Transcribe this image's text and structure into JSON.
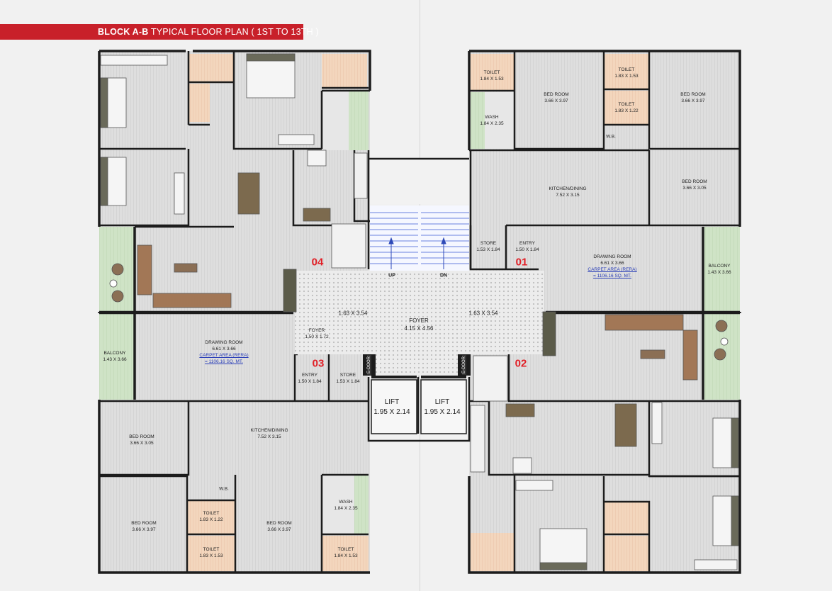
{
  "banner": {
    "bold": "BLOCK A-B",
    "rest": " TYPICAL FLOOR PLAN ( 1ST TO 13TH )"
  },
  "units": {
    "u01": "01",
    "u02": "02",
    "u03": "03",
    "u04": "04"
  },
  "stairs": {
    "up": "UP",
    "dn": "DN"
  },
  "lift_doors": {
    "left": "E-DOOR",
    "right": "E-DOOR"
  },
  "rooms": {
    "r_toilet_tl1": {
      "name": "TOILET",
      "dim": "1.84 X 1.53"
    },
    "r_toilet_tl2": {
      "name": "TOILET",
      "dim": "1.83 X 1.53"
    },
    "r_toilet_tl3": {
      "name": "TOILET",
      "dim": "1.83 X 1.22"
    },
    "r_wash_tl": {
      "name": "WASH",
      "dim": "1.84 X 2.35"
    },
    "r_bed_tl1": {
      "name": "BED ROOM",
      "dim": "3.66 X 3.97"
    },
    "r_bed_tl2": {
      "name": "BED ROOM",
      "dim": "3.66 X 3.97"
    },
    "r_bed_tl3": {
      "name": "BED ROOM",
      "dim": "3.66 X 3.05"
    },
    "r_wb_tl": {
      "name": "W.B.",
      "dim": ""
    },
    "r_kitchen_tl": {
      "name": "KITCHEN/DINING",
      "dim": "7.52 X 3.15"
    },
    "r_store_tl": {
      "name": "STORE",
      "dim": "1.53 X 1.84"
    },
    "r_entry_tl": {
      "name": "ENTRY",
      "dim": "1.50 X 1.84"
    },
    "r_drawing_tl": {
      "name": "DRAWING ROOM",
      "dim": "6.61 X 3.66",
      "carpet1": "CARPET AREA (RERA)",
      "carpet2": "= 1106.16 SQ. MT."
    },
    "r_balcony_tl": {
      "name": "BALCONY",
      "dim": "1.43 X 3.66"
    },
    "r_drawing_bl": {
      "name": "DRAWING ROOM",
      "dim": "6.61 X 3.66",
      "carpet1": "CARPET AREA (RERA)",
      "carpet2": "= 1106.16 SQ. MT."
    },
    "r_balcony_bl": {
      "name": "BALCONY",
      "dim": "1.43 X 3.66"
    },
    "r_foyer_small": {
      "name": "FOYER",
      "dim": "1.50 X 1.72"
    },
    "r_entry_bl": {
      "name": "ENTRY",
      "dim": "1.50 X 1.84"
    },
    "r_store_bl": {
      "name": "STORE",
      "dim": "1.53 X 1.84"
    },
    "r_kitchen_bl": {
      "name": "KITCHEN/DINING",
      "dim": "7.52 X 3.15"
    },
    "r_bed_bl1": {
      "name": "BED ROOM",
      "dim": "3.66 X 3.05"
    },
    "r_bed_bl2": {
      "name": "BED ROOM",
      "dim": "3.66 X 3.97"
    },
    "r_bed_bl3": {
      "name": "BED ROOM",
      "dim": "3.66 X 3.97"
    },
    "r_wb_bl": {
      "name": "W.B.",
      "dim": ""
    },
    "r_toilet_bl1": {
      "name": "TOILET",
      "dim": "1.83 X 1.22"
    },
    "r_toilet_bl2": {
      "name": "TOILET",
      "dim": "1.83 X 1.53"
    },
    "r_toilet_bl3": {
      "name": "TOILET",
      "dim": "1.84 X 1.53"
    },
    "r_wash_bl": {
      "name": "WASH",
      "dim": "1.84 X 2.35"
    },
    "r_foyer_main": {
      "name": "FOYER",
      "dim": "4.15 X 4.56"
    },
    "r_foyer_l": {
      "name": "1.63 X 3.54"
    },
    "r_foyer_r": {
      "name": "1.63 X 3.54"
    },
    "r_lift1": {
      "name": "LIFT",
      "dim": "1.95 X 2.14"
    },
    "r_lift2": {
      "name": "LIFT",
      "dim": "1.95 X 2.14"
    }
  },
  "colors": {
    "accent": "#c8202a",
    "wall": "#222222",
    "floor": "#dcdcdc",
    "wet": "#f3d3b8",
    "garden": "#cfe3c6",
    "unit_no": "#e11f26",
    "carpet": "#2b3fb8"
  }
}
